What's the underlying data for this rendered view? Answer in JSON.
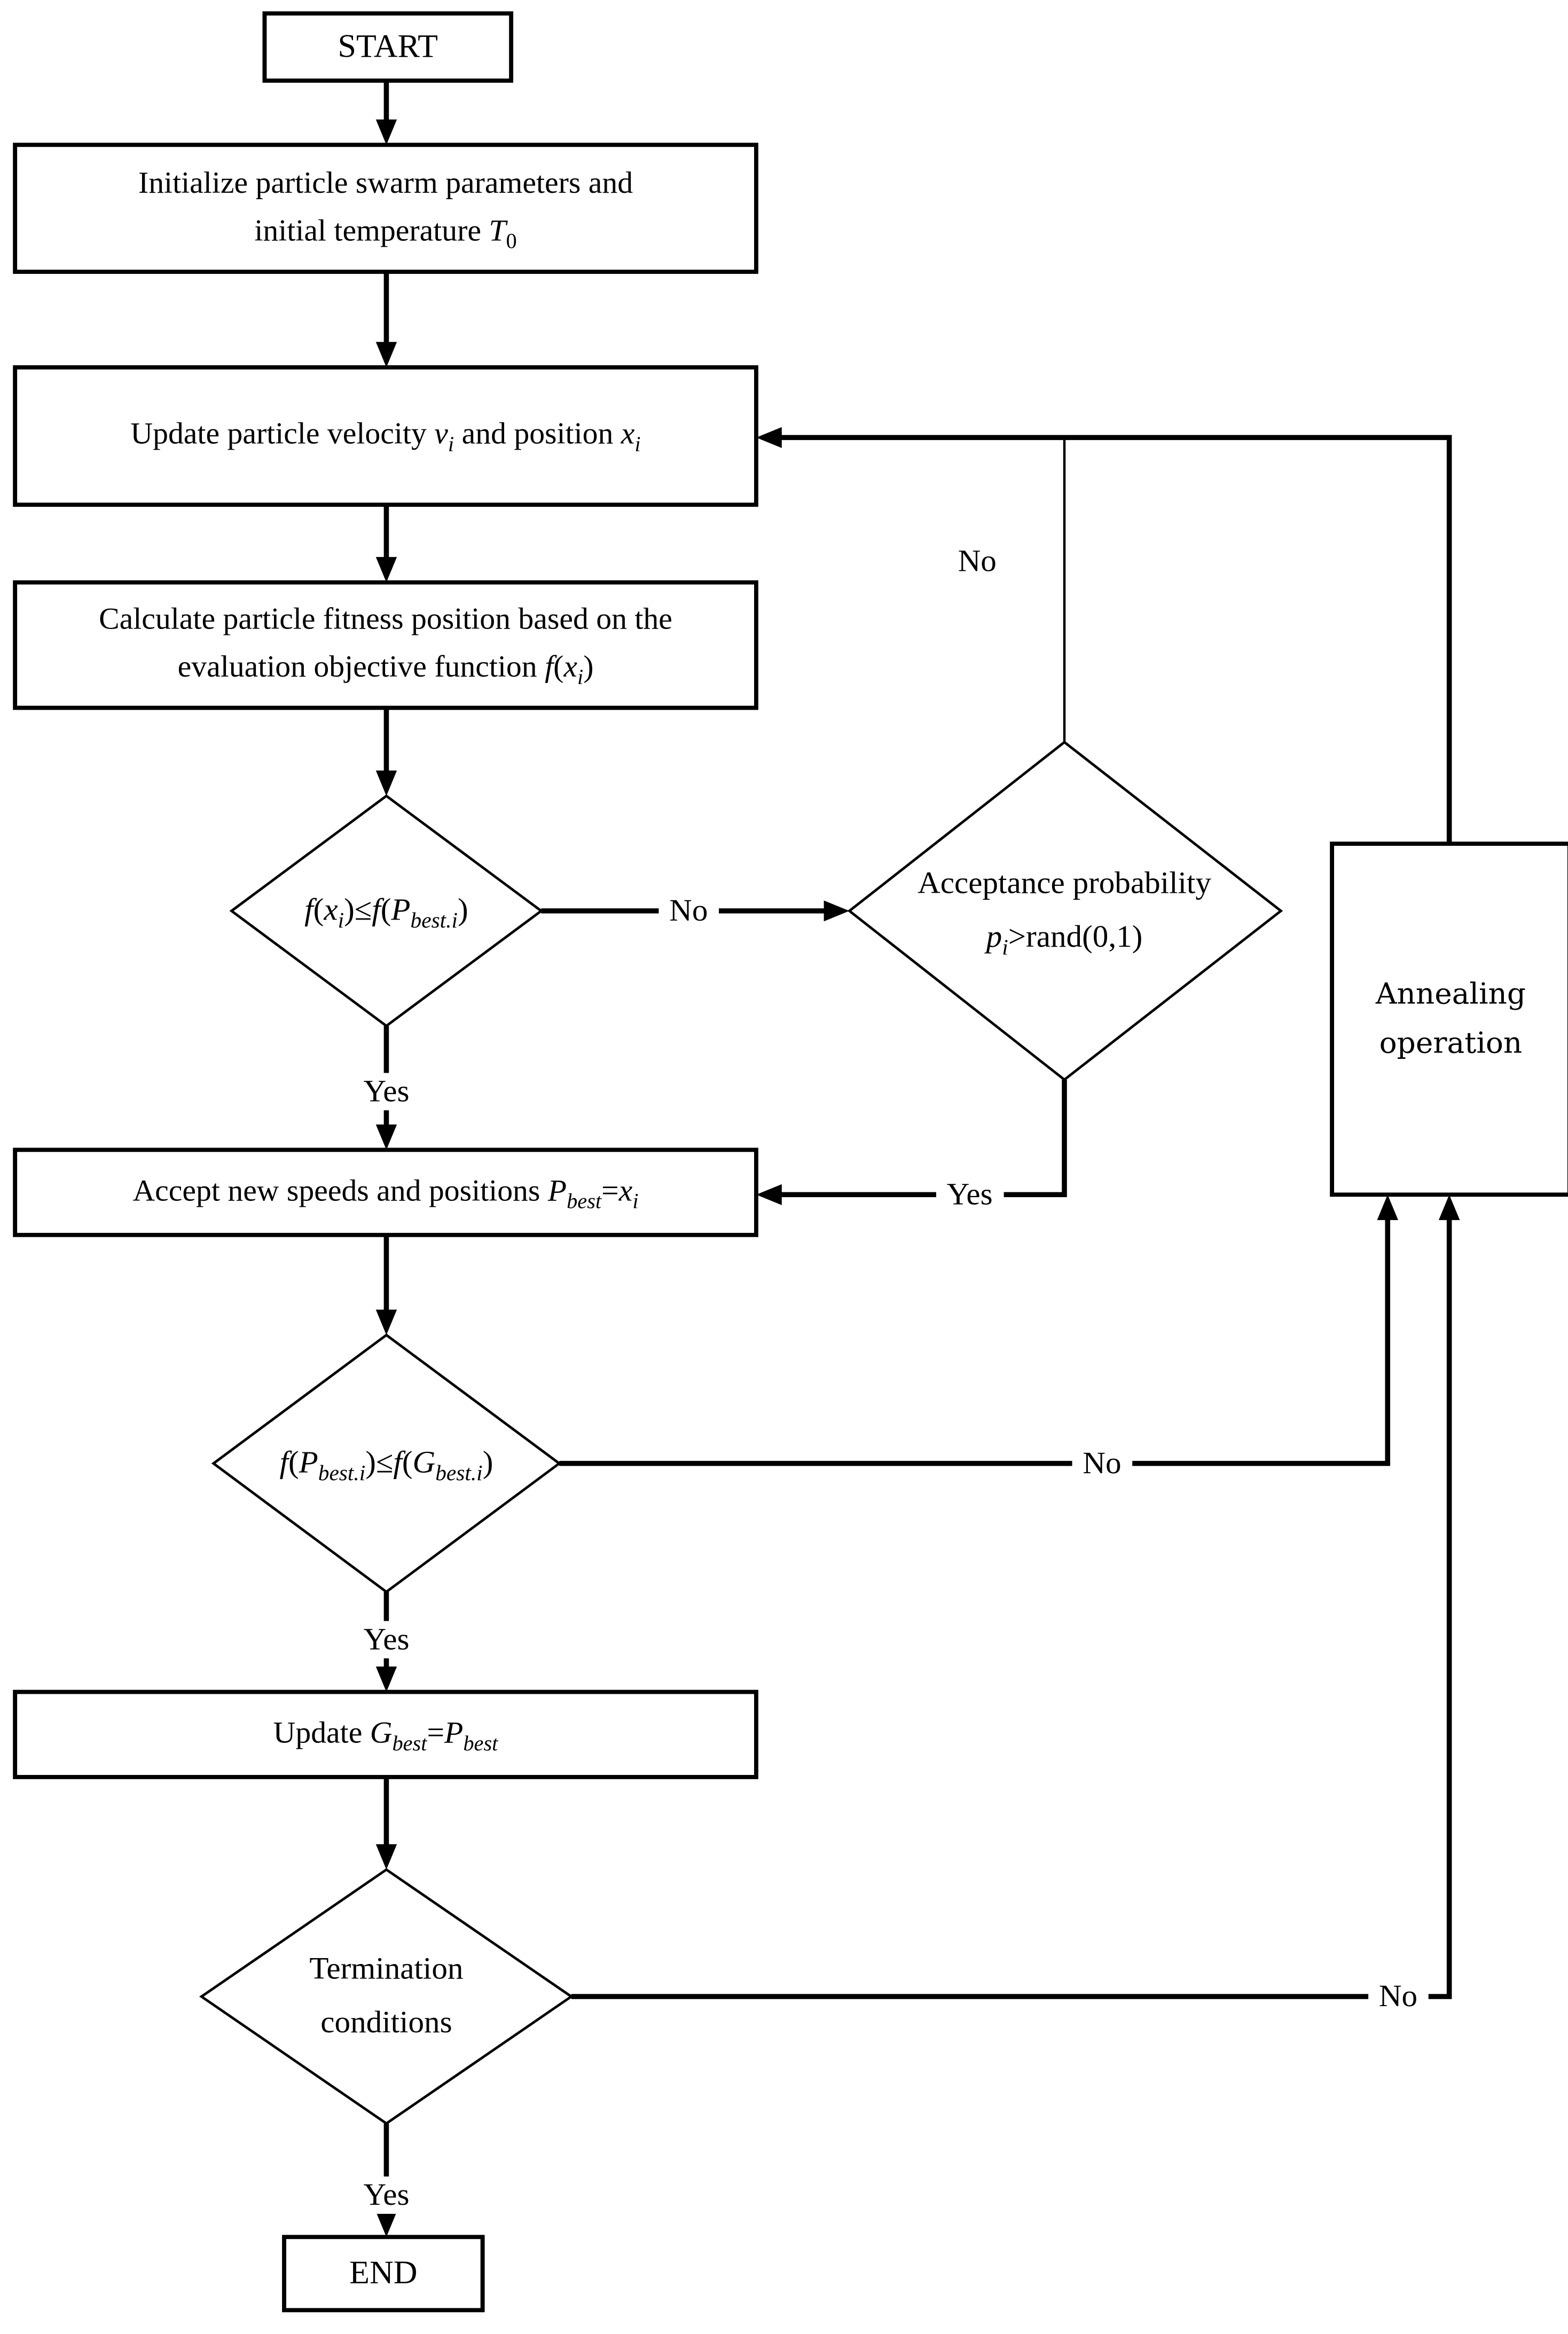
{
  "colors": {
    "ink": "#000000",
    "background": "#ffffff"
  },
  "nodes": {
    "start": {
      "label": "START"
    },
    "end": {
      "label": "END"
    },
    "init": {
      "lines": [
        [
          {
            "t": "Initialize particle swarm parameters and"
          }
        ],
        [
          {
            "t": "initial temperature "
          },
          {
            "t": "T",
            "i": true
          },
          {
            "t": "0",
            "sub": true
          }
        ]
      ]
    },
    "update_velocity": {
      "lines": [
        [
          {
            "t": "Update particle velocity "
          },
          {
            "t": "v",
            "i": true
          },
          {
            "t": "i",
            "i": true,
            "sub": true
          },
          {
            "t": " and position "
          },
          {
            "t": "x",
            "i": true
          },
          {
            "t": "i",
            "i": true,
            "sub": true
          }
        ]
      ]
    },
    "calc_fitness": {
      "lines": [
        [
          {
            "t": "Calculate particle fitness position based on the"
          }
        ],
        [
          {
            "t": "evaluation objective function "
          },
          {
            "t": "f",
            "i": true
          },
          {
            "t": "("
          },
          {
            "t": "x",
            "i": true
          },
          {
            "t": "i",
            "i": true,
            "sub": true
          },
          {
            "t": ")"
          }
        ]
      ]
    },
    "decision_fxi": {
      "lines": [
        [
          {
            "t": "f",
            "i": true
          },
          {
            "t": "("
          },
          {
            "t": "x",
            "i": true
          },
          {
            "t": "i",
            "i": true,
            "sub": true
          },
          {
            "t": ")≤"
          },
          {
            "t": "f",
            "i": true
          },
          {
            "t": "("
          },
          {
            "t": "P",
            "i": true
          },
          {
            "t": "best.i",
            "i": true,
            "sub": true
          },
          {
            "t": ")"
          }
        ]
      ]
    },
    "acceptance": {
      "lines": [
        [
          {
            "t": "Acceptance probability"
          }
        ],
        [
          {
            "t": "p",
            "i": true
          },
          {
            "t": "i",
            "i": true,
            "sub": true
          },
          {
            "t": ">rand(0,1)"
          }
        ]
      ]
    },
    "accept": {
      "lines": [
        [
          {
            "t": "Accept new speeds and positions "
          },
          {
            "t": "P",
            "i": true
          },
          {
            "t": "best",
            "i": true,
            "sub": true
          },
          {
            "t": "="
          },
          {
            "t": "x",
            "i": true
          },
          {
            "t": "i",
            "i": true,
            "sub": true
          }
        ]
      ]
    },
    "annealing": {
      "lines": [
        [
          {
            "t": "Annealing"
          }
        ],
        [
          {
            "t": "operation"
          }
        ]
      ]
    },
    "decision_pbest": {
      "lines": [
        [
          {
            "t": "f",
            "i": true
          },
          {
            "t": "("
          },
          {
            "t": "P",
            "i": true
          },
          {
            "t": "best.i",
            "i": true,
            "sub": true
          },
          {
            "t": ")≤"
          },
          {
            "t": "f",
            "i": true
          },
          {
            "t": "("
          },
          {
            "t": "G",
            "i": true
          },
          {
            "t": "best.i",
            "i": true,
            "sub": true
          },
          {
            "t": ")"
          }
        ]
      ]
    },
    "update_gbest": {
      "lines": [
        [
          {
            "t": "Update "
          },
          {
            "t": "G",
            "i": true
          },
          {
            "t": "best",
            "i": true,
            "sub": true
          },
          {
            "t": "="
          },
          {
            "t": "P",
            "i": true
          },
          {
            "t": "best",
            "i": true,
            "sub": true
          }
        ]
      ]
    },
    "termination": {
      "lines": [
        [
          {
            "t": "Termination"
          }
        ],
        [
          {
            "t": "conditions"
          }
        ]
      ]
    }
  },
  "edge_labels": {
    "yes1": "Yes",
    "no1": "No",
    "no2": "No",
    "yes2": "Yes",
    "yes3": "Yes",
    "no3": "No",
    "yes4": "Yes",
    "no4": "No"
  }
}
